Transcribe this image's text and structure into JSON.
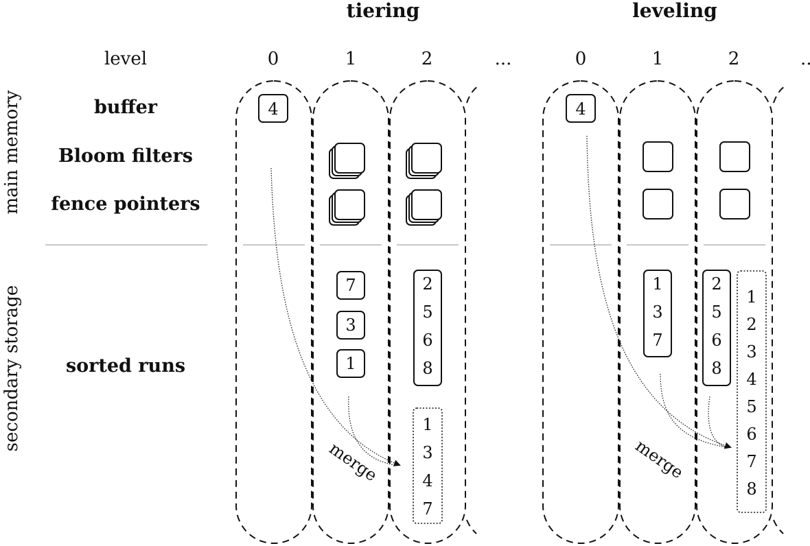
{
  "headings": {
    "tiering": "tiering",
    "leveling": "leveling"
  },
  "row_labels": {
    "level": "level",
    "buffer": "buffer",
    "bloom_filters": "Bloom filters",
    "fence_pointers": "fence pointers",
    "sorted_runs": "sorted runs"
  },
  "side_labels": {
    "main_memory": "main memory",
    "secondary_storage": "secondary storage"
  },
  "tiering": {
    "levels": [
      "0",
      "1",
      "2",
      "..."
    ],
    "buffer_value": "4",
    "level1_runs": [
      "7",
      "3",
      "1"
    ],
    "level2_run": [
      "2",
      "5",
      "6",
      "8"
    ],
    "merged_run": [
      "1",
      "3",
      "4",
      "7"
    ],
    "merge_label": "merge"
  },
  "leveling": {
    "levels": [
      "0",
      "1",
      "2",
      ".."
    ],
    "buffer_value": "4",
    "level1_run": [
      "1",
      "3",
      "7"
    ],
    "level2_run": [
      "2",
      "5",
      "6",
      "8"
    ],
    "merged_run": [
      "1",
      "2",
      "3",
      "4",
      "5",
      "6",
      "7",
      "8"
    ],
    "merge_label": "merge"
  }
}
